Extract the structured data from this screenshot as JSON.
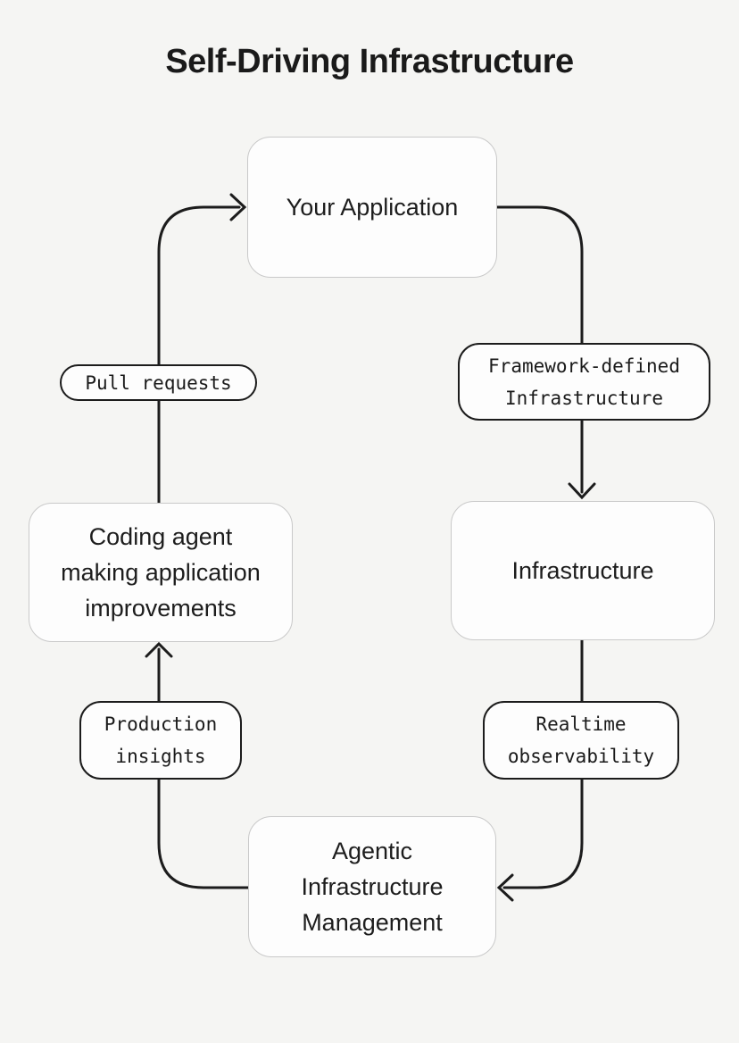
{
  "title": "Self-Driving Infrastructure",
  "diagram": {
    "nodes": {
      "your_application": "Your Application",
      "infrastructure": "Infrastructure",
      "coding_agent": "Coding agent\nmaking application\nimprovements",
      "agentic_management": "Agentic\nInfrastructure\nManagement"
    },
    "edge_labels": {
      "framework_defined": "Framework-defined\nInfrastructure",
      "realtime_observability": "Realtime\nobservability",
      "production_insights": "Production\ninsights",
      "pull_requests": "Pull requests"
    },
    "edges": [
      {
        "from": "Your Application",
        "to": "Infrastructure",
        "label": "Framework-defined Infrastructure"
      },
      {
        "from": "Infrastructure",
        "to": "Agentic Infrastructure Management",
        "label": "Realtime observability"
      },
      {
        "from": "Agentic Infrastructure Management",
        "to": "Coding agent making application improvements",
        "label": "Production insights"
      },
      {
        "from": "Coding agent making application improvements",
        "to": "Your Application",
        "label": "Pull requests"
      }
    ]
  },
  "colors": {
    "background": "#f5f5f3",
    "node_background": "#fdfdfd",
    "node_border": "#c9c9c9",
    "pill_border": "#1c1c1c",
    "arrow": "#1c1c1c",
    "text": "#1c1c1c"
  }
}
